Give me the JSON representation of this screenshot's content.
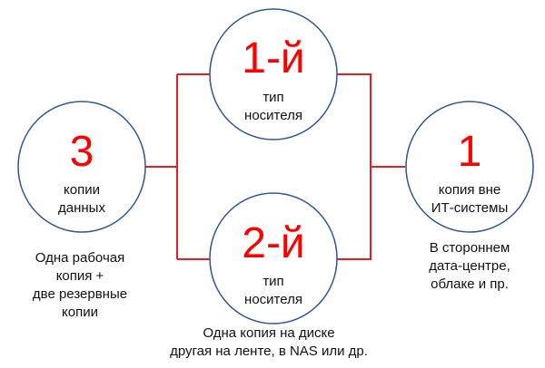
{
  "colors": {
    "circle_stroke": "#2f5597",
    "connector": "#e41e26",
    "accent_number": "#ff0000"
  },
  "nodes": {
    "copies": {
      "number": "3",
      "line1": "копии",
      "line2": "данных"
    },
    "media1": {
      "number": "1-й",
      "line1": "тип",
      "line2": "носителя"
    },
    "media2": {
      "number": "2-й",
      "line1": "тип",
      "line2": "носителя"
    },
    "offsite": {
      "number": "1",
      "line1": "копия вне",
      "line2": "ИТ-системы"
    }
  },
  "captions": {
    "copies": [
      "Одна рабочая",
      "копия +",
      "две резервные",
      "копии"
    ],
    "media": [
      "Одна копия на диске",
      "другая на ленте, в NAS или др."
    ],
    "offsite": [
      "В стороннем",
      "дата-центре,",
      "облаке и пр."
    ]
  }
}
